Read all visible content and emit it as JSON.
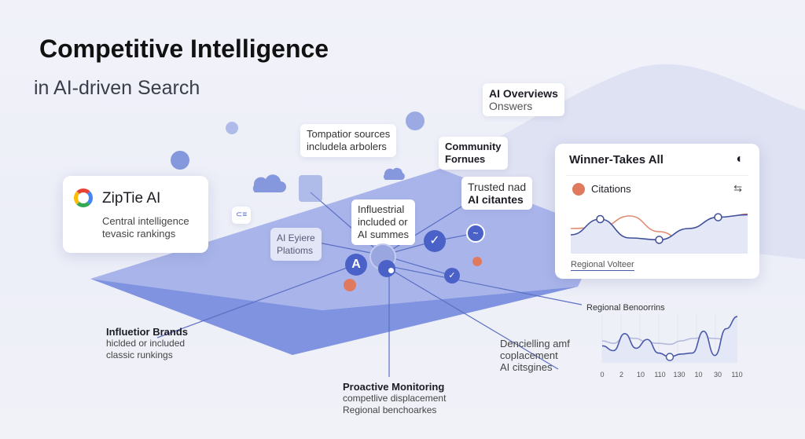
{
  "header": {
    "title": "Competitive Intelligence",
    "subtitle": "in AI-driven Search"
  },
  "ziptie_card": {
    "name": "ZipTie AI",
    "line1": "Central intelligence",
    "line2": "tevasic rankings"
  },
  "bubbles": {
    "tompatior": [
      "Tompatior sources",
      "includela arbolers"
    ],
    "ai_overviews": [
      "AI Overviews",
      "Onswers"
    ],
    "community": [
      "Community",
      "Fornues"
    ],
    "trusted": [
      "Trusted nad",
      "AI citantes"
    ],
    "influestrial": [
      "Influestrial",
      "included or",
      "AI summes"
    ],
    "ai_eyiere": [
      "AI Eyiere",
      "Platioms"
    ]
  },
  "hub_node_label": "A",
  "labels": {
    "influetior": {
      "title": "Influetior Brands",
      "lines": [
        "hiclded or included",
        "classic runkings"
      ]
    },
    "proactive": {
      "title": "Proactive Monitoring",
      "lines": [
        "competlive displacement",
        "Regional benchoarkes"
      ]
    },
    "dencielling": {
      "lines": [
        "Dencielling amf",
        "coplacement",
        "AI citsgines"
      ]
    }
  },
  "winner_card": {
    "title": "Winner-Takes All",
    "metric": "Citations",
    "footer": "Regional Volteer"
  },
  "colors": {
    "accent": "#4a62c8",
    "orange": "#e07a5f",
    "plane": "#8e9ee3"
  },
  "chart_data": [
    {
      "type": "line",
      "title": "Citations",
      "series": [
        {
          "name": "blue",
          "color": "#3f4f9a",
          "values": [
            30,
            55,
            25,
            22,
            40,
            58,
            62
          ]
        },
        {
          "name": "orange",
          "color": "#e08a70",
          "values": [
            40,
            42,
            60,
            35,
            15,
            50,
            63
          ]
        }
      ],
      "ylim": [
        0,
        80
      ]
    },
    {
      "type": "line",
      "title": "Regional Benoorrins",
      "categories": [
        "0",
        "2",
        "10",
        "110",
        "130",
        "10",
        "30",
        "110"
      ],
      "series": [
        {
          "name": "main",
          "color": "#4a5aa8",
          "values": [
            35,
            25,
            60,
            30,
            48,
            20,
            12,
            18,
            20,
            65,
            15,
            70,
            95
          ]
        },
        {
          "name": "light",
          "color": "#b3b9dc",
          "values": [
            45,
            40,
            52,
            50,
            42,
            40,
            38,
            45,
            50,
            52,
            50,
            48,
            50
          ]
        }
      ],
      "ylim": [
        0,
        100
      ]
    }
  ]
}
